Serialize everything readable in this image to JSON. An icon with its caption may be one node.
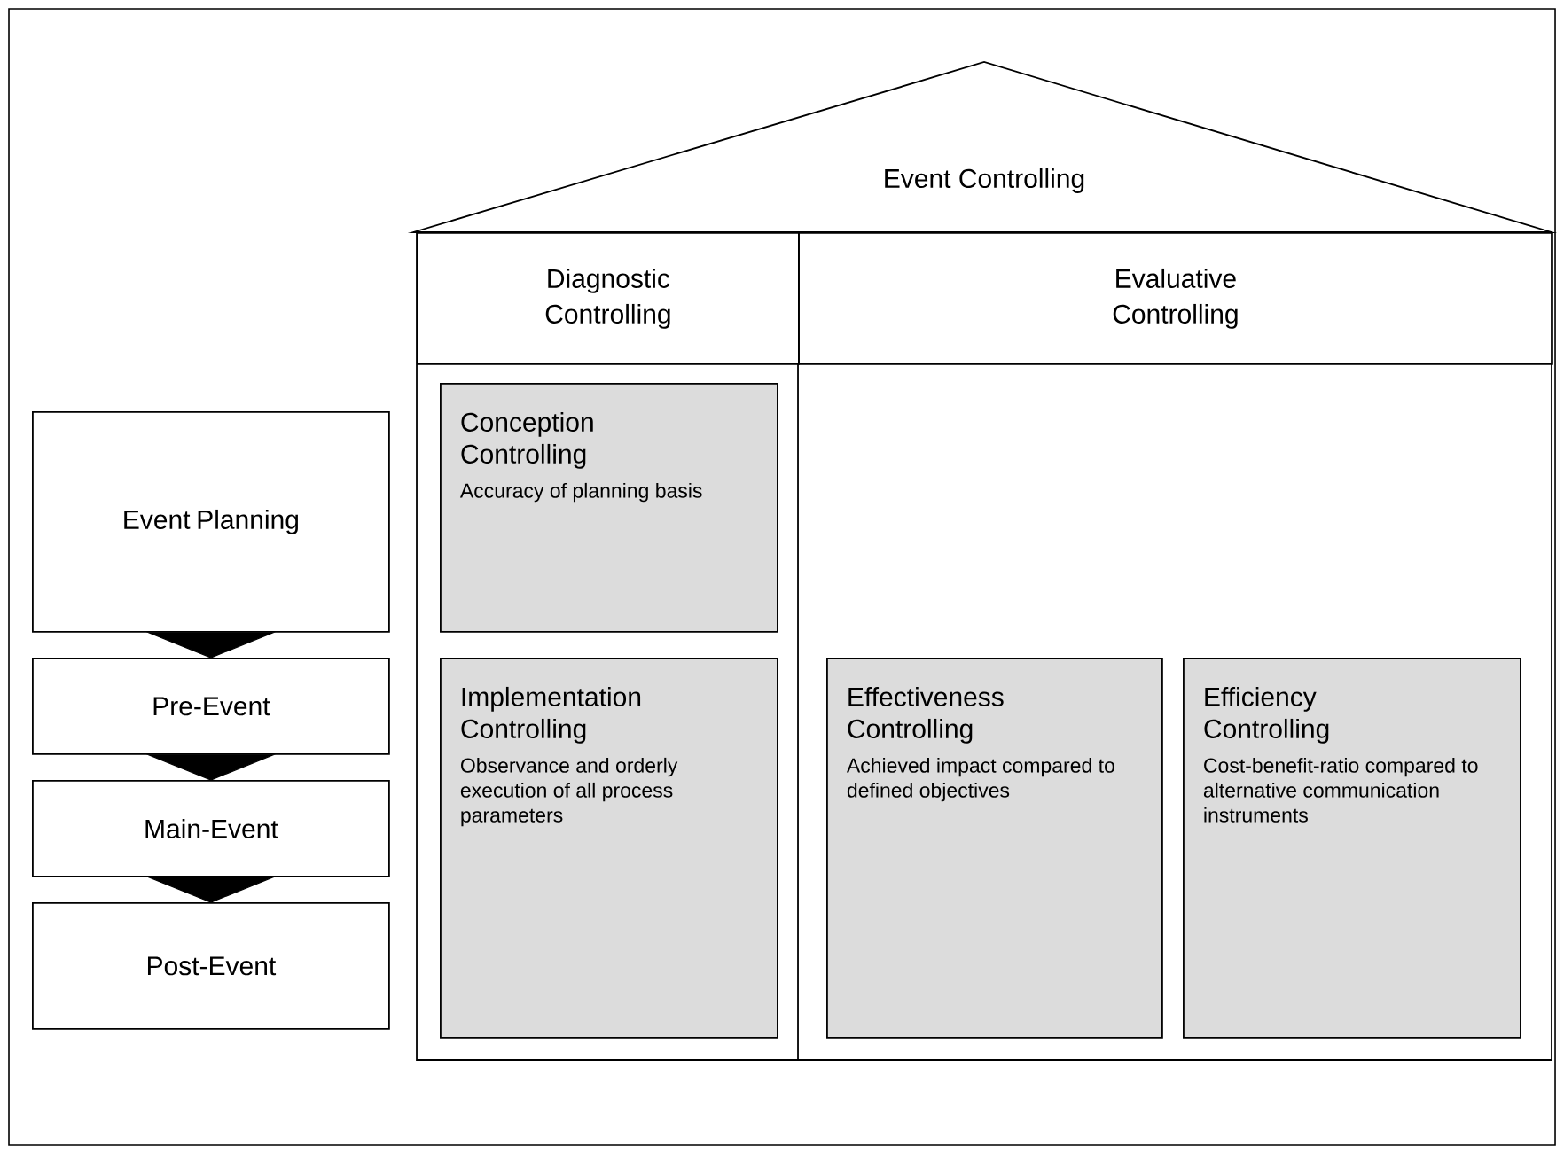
{
  "diagram": {
    "nodes": [
      {
        "text": [
          "Event Controlling"
        ]
      },
      {
        "text": [
          "Diagnostic Controlling"
        ],
        "in": 0
      },
      {
        "text": [
          "Evaluative Controlling"
        ],
        "in": 0
      },
      {
        "text": [
          "Conception Controlling",
          "Accuracy of planning basis"
        ],
        "in": 0
      },
      {
        "text": [
          "Implementation Controlling",
          "Observance and orderly execution of all process parameters"
        ],
        "in": 0
      },
      {
        "text": [
          "Effectiveness Controlling",
          "Achieved impact compared to defined objectives"
        ],
        "in": 0
      },
      {
        "text": [
          "Efficiency Controlling",
          "Cost-benefit-ratio compared to alternative communication instruments"
        ],
        "in": 0
      },
      {
        "text": [
          "Event Planning"
        ]
      },
      {
        "text": [
          "Pre-Event"
        ]
      },
      {
        "text": [
          "Main-Event"
        ]
      },
      {
        "text": [
          "Post-Event"
        ]
      }
    ],
    "edges": [
      {
        "from": 7,
        "to": 8,
        "arrow": "to"
      },
      {
        "from": 8,
        "to": 9,
        "arrow": "to"
      },
      {
        "from": 9,
        "to": 10,
        "arrow": "to"
      }
    ]
  }
}
